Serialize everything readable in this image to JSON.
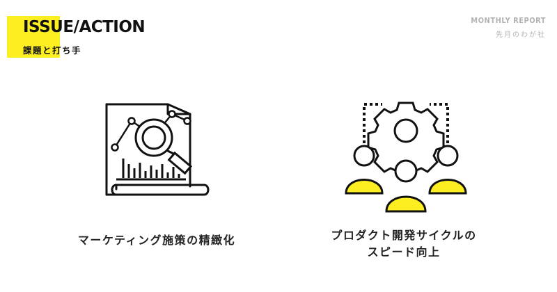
{
  "header": {
    "title": "ISSUE/ACTION",
    "subtitle": "課題と打ち手",
    "report_label": "MONTHLY REPORT",
    "report_sub": "先月のわが社"
  },
  "colors": {
    "accent": "#fcee21",
    "ink": "#111111",
    "muted": "#b3b3b3"
  },
  "items": [
    {
      "icon": "analytics-report-magnifier-icon",
      "caption_lines": [
        "マーケティング施策の精緻化"
      ]
    },
    {
      "icon": "team-gear-process-icon",
      "caption_lines": [
        "プロダクト開発サイクルの",
        "スピード向上"
      ]
    }
  ]
}
